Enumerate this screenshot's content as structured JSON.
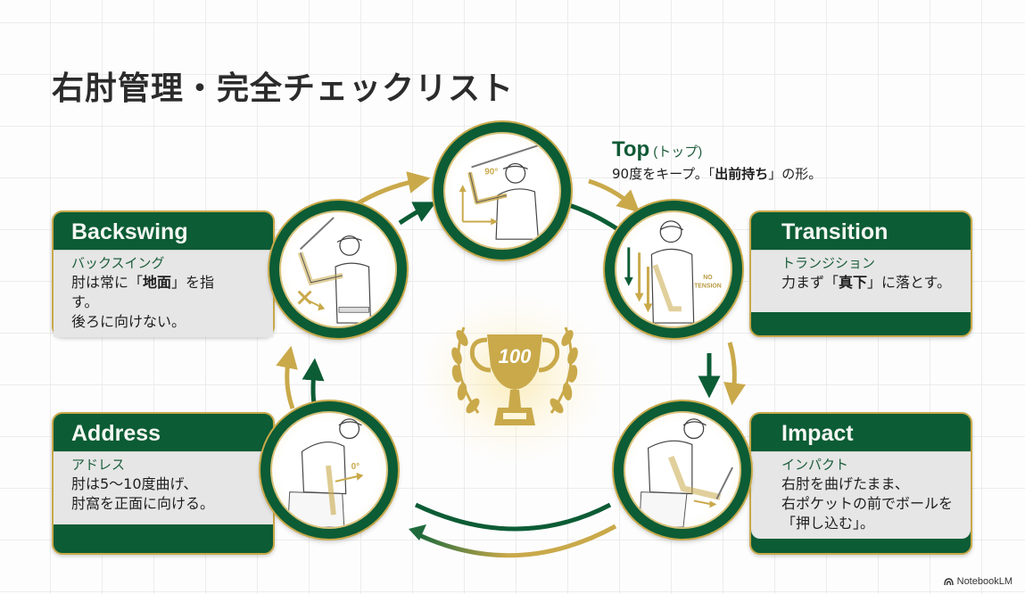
{
  "title": "右肘管理・完全チェックリスト",
  "colors": {
    "green": "#0c5c35",
    "gold": "#c9a94a",
    "card_body": "#e6e6e6",
    "title_text": "#2b2b2b"
  },
  "steps": {
    "top": {
      "title": "Top",
      "subtitle": "(トップ)",
      "desc_pre": "90度をキープ。「",
      "desc_bold": "出前持ち",
      "desc_post": "」の形。",
      "angle_label": "90°"
    },
    "backswing": {
      "title": "Backswing",
      "subtitle": "バックスイング",
      "desc_pre": "肘は常に「",
      "desc_bold": "地面",
      "desc_post": "」を指す。\n後ろに向けない。"
    },
    "transition": {
      "title": "Transition",
      "subtitle": "トランジション",
      "desc_pre": "力まず「",
      "desc_bold": "真下",
      "desc_post": "」に落とす。",
      "tag_line1": "NO",
      "tag_line2": "TENSION"
    },
    "address": {
      "title": "Address",
      "subtitle": "アドレス",
      "desc": "肘は5〜10度曲げ、\n肘窩を正面に向ける。",
      "angle_label": "0°"
    },
    "impact": {
      "title": "Impact",
      "subtitle": "インパクト",
      "desc": "右肘を曲げたまま、\n右ポケットの前でボールを\n「押し込む」。"
    }
  },
  "trophy": {
    "label": "100",
    "icon": "trophy-icon"
  },
  "brand": {
    "label": "NotebookLM",
    "icon": "notebooklm-logo-icon"
  }
}
